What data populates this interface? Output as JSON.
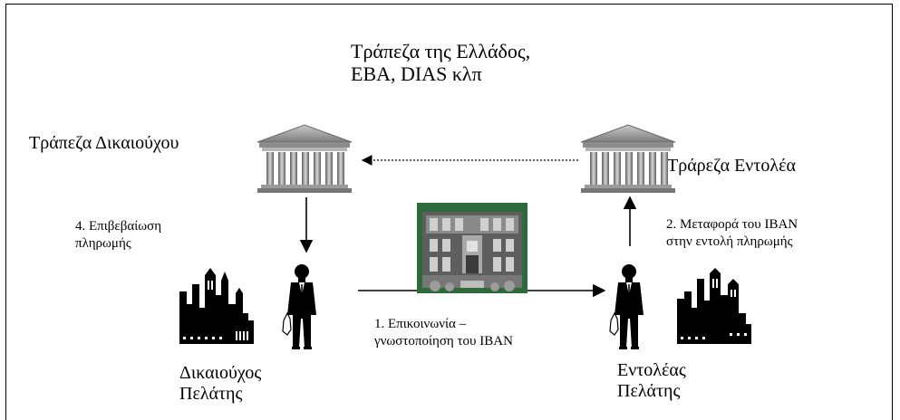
{
  "diagram": {
    "central_banks": [
      "Τράπεζα της Ελλάδος,",
      "EBA, DIAS κλπ"
    ],
    "beneficiary_bank": "Τράπεζα Δικαιούχου",
    "originator_bank": "Τράρεζα Εντολέα",
    "step4": [
      "4. Επιβεβαίωση",
      "πληρωμής"
    ],
    "step2": [
      "2. Μεταφορά του IBAN",
      "στην εντολή πληρωμής"
    ],
    "step1": [
      "1. Επικοινωνία –",
      "γνωστοποίηση του IBAN"
    ],
    "beneficiary_client": [
      "Δικαιούχος",
      "Πελάτης"
    ],
    "originator_client": [
      "Εντολέας",
      "Πελάτης"
    ]
  },
  "icons": [
    "bank-icon",
    "bank-icon",
    "building-icon",
    "businessman-icon",
    "businessman-icon",
    "city-skyline-icon",
    "city-skyline-icon"
  ]
}
